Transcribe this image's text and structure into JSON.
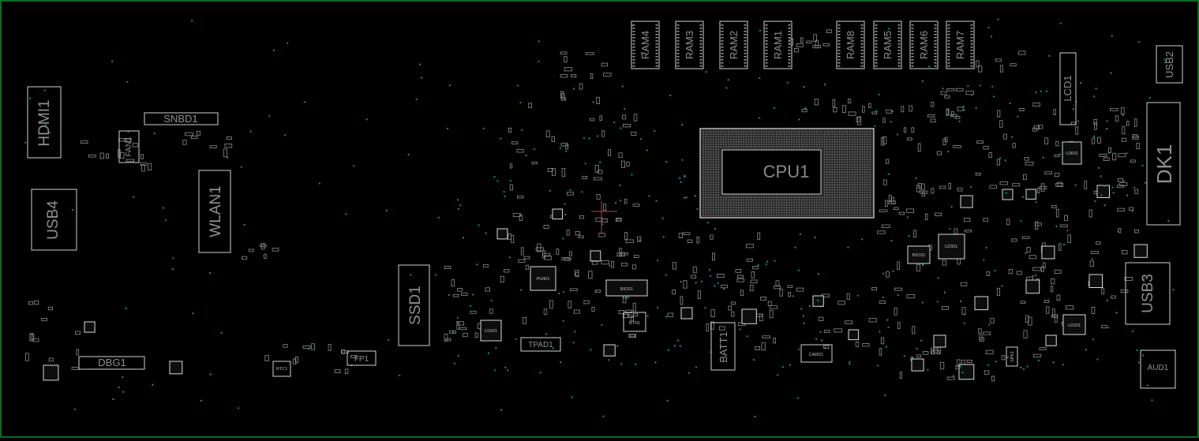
{
  "board": {
    "background": "#000000",
    "outline_color": "#0f6a1f",
    "via_color": "#1f8f8a",
    "part_outline_color": "#cfcfcf",
    "label_color": "#8f8f8f"
  },
  "components": {
    "hdmi1": "HDMI1",
    "snbd1": "SNBD1",
    "fan1": "FAN1",
    "usb4": "USB4",
    "wlan1": "WLAN1",
    "dbg1": "DBG1",
    "rtc1": "RTC1",
    "fp1": "FP1",
    "ssd1": "SSD1",
    "tpad1": "TPAD1",
    "pu401": "PU401",
    "u1601": "U1601",
    "bios1": "BIOS1",
    "btn1": "BTN1",
    "cpu1": "CPU1",
    "batt1": "BATT1",
    "card1": "CARD1",
    "bios2": "BIOS2",
    "u2301": "U2301",
    "ram4": "RAM4",
    "ram3": "RAM3",
    "ram2": "RAM2",
    "ram1": "RAM1",
    "ram8": "RAM8",
    "ram5": "RAM5",
    "ram6": "RAM6",
    "ram7": "RAM7",
    "lcd1": "LCD1",
    "usb2": "USB2",
    "dk1": "DK1",
    "usb3": "USB3",
    "aud1": "AUD1",
    "spk1": "SPK1",
    "u3601": "U3601",
    "u2201": "U2201"
  }
}
